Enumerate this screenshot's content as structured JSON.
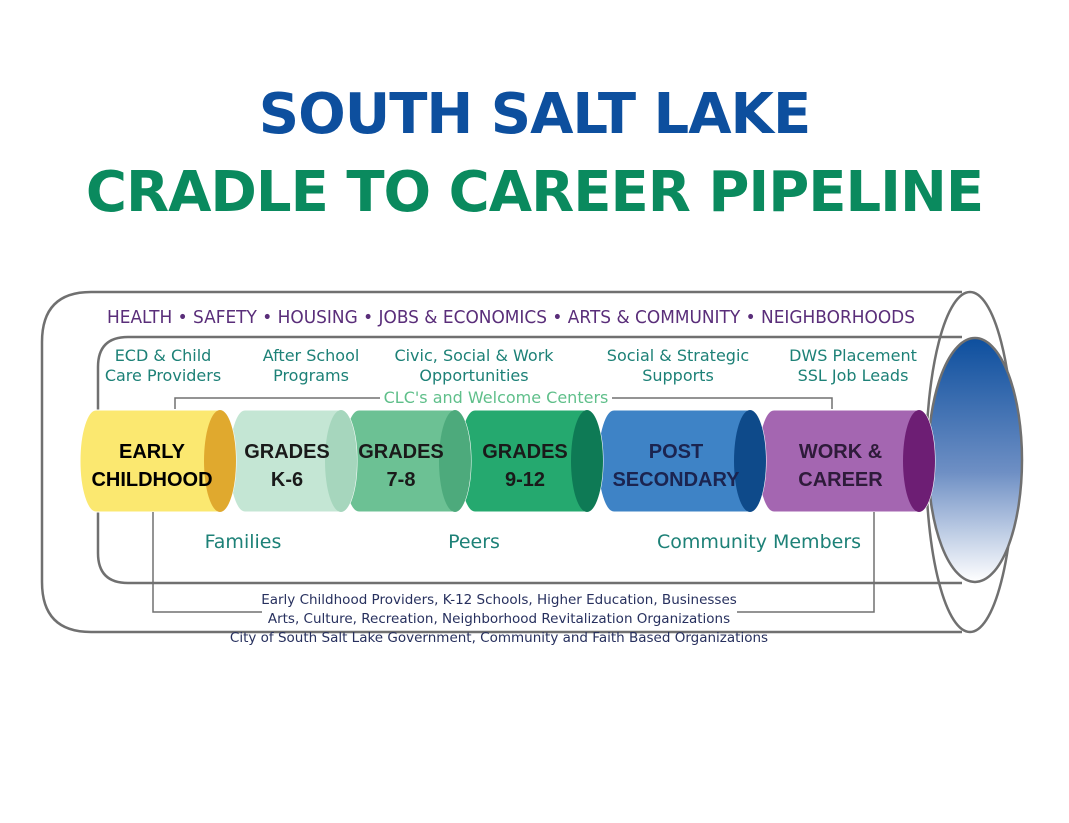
{
  "title": {
    "line1": "SOUTH SALT LAKE",
    "line2": "CRADLE TO CAREER PIPELINE"
  },
  "outer_band": "HEALTH • SAFETY • HOUSING • JOBS & ECONOMICS • ARTS & COMMUNITY • NEIGHBORHOODS",
  "supports": [
    {
      "line1": "ECD & Child",
      "line2": "Care Providers"
    },
    {
      "line1": "After School",
      "line2": "Programs"
    },
    {
      "line1": "Civic, Social & Work",
      "line2": "Opportunities"
    },
    {
      "line1": "Social & Strategic",
      "line2": "Supports"
    },
    {
      "line1": "DWS Placement",
      "line2": "SSL Job Leads"
    }
  ],
  "centers_label": "CLC's and Welcome Centers",
  "stages": [
    {
      "line1": "EARLY",
      "line2": "CHILDHOOD",
      "color": "#fbe870",
      "end_color": "#e0a92e",
      "text_color": "#000000"
    },
    {
      "line1": "GRADES",
      "line2": "K-6",
      "color": "#c4e6d4",
      "end_color": "#a6d6bd",
      "text_color": "#1a1a1a"
    },
    {
      "line1": "GRADES",
      "line2": "7-8",
      "color": "#6cc194",
      "end_color": "#4daa7c",
      "text_color": "#1a1a1a"
    },
    {
      "line1": "GRADES",
      "line2": "9-12",
      "color": "#25a96f",
      "end_color": "#0e7a55",
      "text_color": "#1a1a1a"
    },
    {
      "line1": "POST",
      "line2": "SECONDARY",
      "color": "#3e83c6",
      "end_color": "#0e4a8a",
      "text_color": "#1b2450"
    },
    {
      "line1": "WORK &",
      "line2": "CAREER",
      "color": "#a466b1",
      "end_color": "#6d1e74",
      "text_color": "#2e1b3a"
    }
  ],
  "people": [
    "Families",
    "Peers",
    "Community Members"
  ],
  "partners": [
    "Early Childhood Providers, K-12 Schools, Higher Education, Businesses",
    "Arts, Culture, Recreation, Neighborhood Revitalization Organizations",
    "City of South Salt Lake Government, Community and Faith Based Organizations"
  ],
  "colors": {
    "title_blue": "#0d4f9e",
    "title_green": "#0a8a5e",
    "band_purple": "#5a2e7a",
    "support_teal": "#1d8177",
    "partner_navy": "#27305e",
    "pipe_outline": "#707070",
    "pipe_opening": "#0d4f9e"
  }
}
